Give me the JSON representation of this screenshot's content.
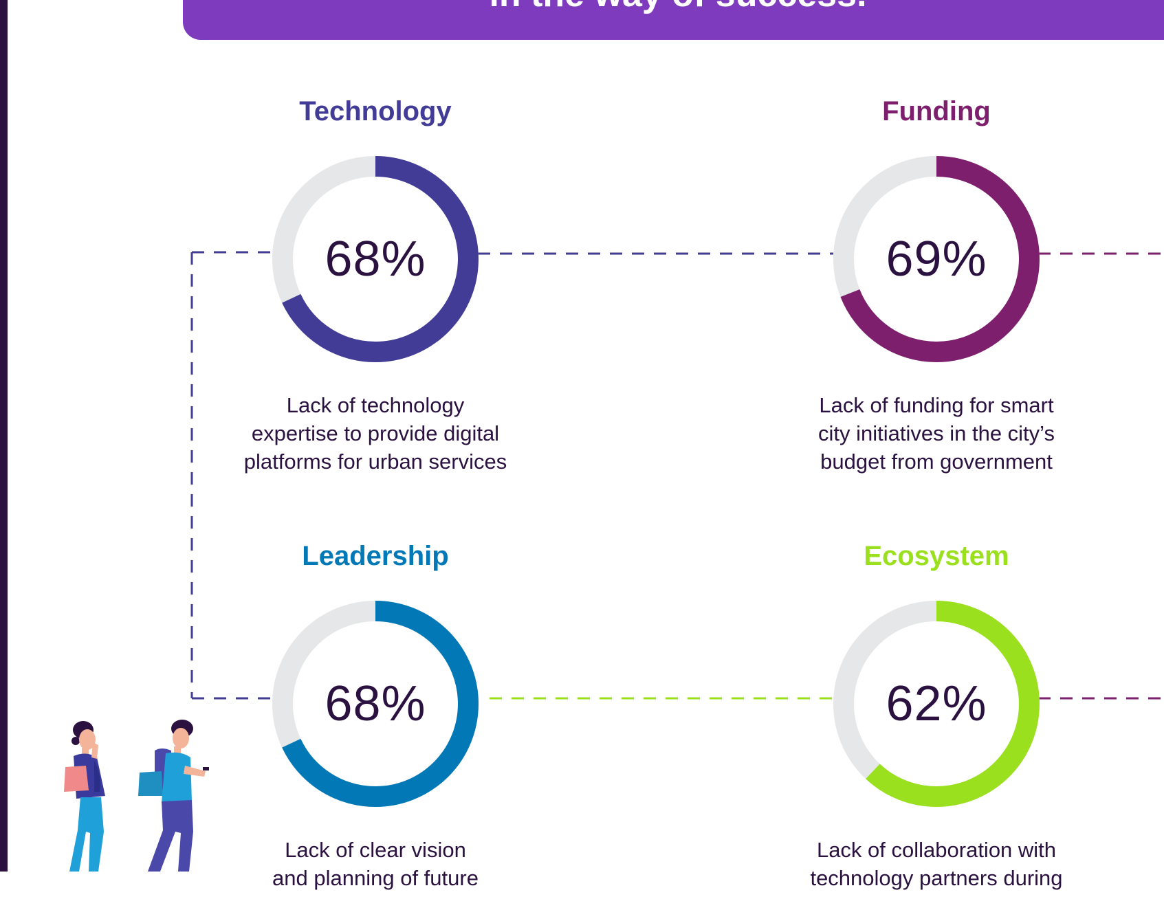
{
  "banner": {
    "title": "in the way of success."
  },
  "chart_data": {
    "type": "donut",
    "track_color": "#e6e7e8",
    "items": [
      {
        "id": "technology",
        "title": "Technology",
        "value": 68,
        "value_label": "68%",
        "color": "#433c96",
        "description": [
          "Lack of technology",
          "expertise to provide digital",
          "platforms for urban services"
        ]
      },
      {
        "id": "funding",
        "title": "Funding",
        "value": 69,
        "value_label": "69%",
        "color": "#7e1f6e",
        "description": [
          "Lack of funding for smart",
          "city initiatives in the city’s",
          "budget from government"
        ]
      },
      {
        "id": "leadership",
        "title": "Leadership",
        "value": 68,
        "value_label": "68%",
        "color": "#0279b6",
        "description": [
          "Lack of clear vision",
          "and planning of future"
        ]
      },
      {
        "id": "ecosystem",
        "title": "Ecosystem",
        "value": 62,
        "value_label": "62%",
        "color": "#9be01e",
        "description": [
          "Lack of collaboration with",
          "technology partners during"
        ]
      }
    ]
  },
  "colors": {
    "dark_text": "#2a1140",
    "banner": "#7e3bbd",
    "connector_technology": "#433c96",
    "connector_funding": "#7e1f6e",
    "connector_ecosystem": "#9be01e"
  }
}
